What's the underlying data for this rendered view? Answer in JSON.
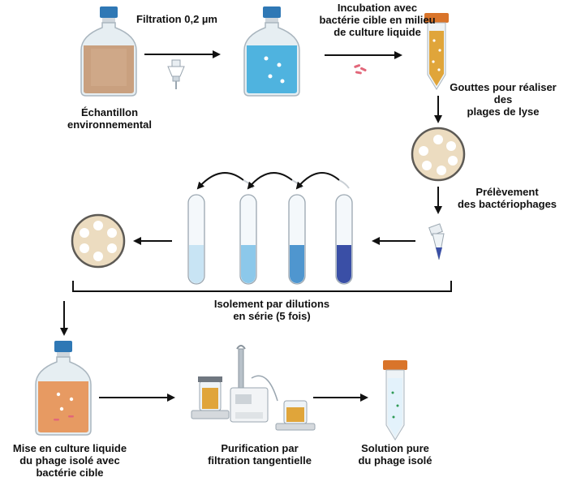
{
  "labels": {
    "filtration": "Filtration 0,2 µm",
    "incubation": "Incubation avec\nbactérie cible en milieu\nde culture liquide",
    "echantillon": "Échantillon\nenvironnemental",
    "gouttes": "Gouttes pour réaliser\ndes\nplages de lyse",
    "prelevement": "Prélèvement\ndes bactériophages",
    "isolement": "Isolement par dilutions\nen série (5 fois)",
    "mise_en_culture": "Mise en culture liquide\ndu phage isolé avec\nbactérie cible",
    "purification": "Purification par\nfiltration tangentielle",
    "solution": "Solution pure\ndu phage isolé"
  },
  "colors": {
    "sample_liquid": "#c9a07f",
    "filtered_liquid": "#4fb3df",
    "tube_culture": "#e0a53a",
    "cap_orange": "#d9742a",
    "cap_blue": "#2f78b5",
    "plate": "#ecdcc0",
    "dilution_1": "#c8e4f4",
    "dilution_2": "#8cc8ea",
    "dilution_3": "#4f96cf",
    "dilution_4": "#3a4fa6",
    "phage_culture": "#e79a62"
  }
}
